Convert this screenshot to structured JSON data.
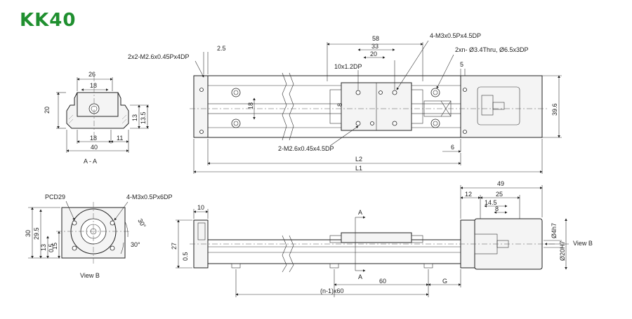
{
  "title": "KK40",
  "section_view": {
    "label": "A - A",
    "dims": {
      "w26": "26",
      "w18_top": "18",
      "h20": "20",
      "h13": "13",
      "h13_5": "13.5",
      "w18_bottom": "18",
      "w11": "11",
      "w40": "40"
    }
  },
  "top_view": {
    "callouts": {
      "tap_left": "2x2-M2.6x0.45Px4DP",
      "tap_right": "4-M3x0.5Px4.5DP",
      "thru": "2xn- Ø3.4Thru, Ø6.5x3DP",
      "tap_bottom": "2-M2.6x0.45x4.5DP",
      "pitch_holes": "10x1.2DP"
    },
    "dims": {
      "d2_5": "2.5",
      "d58": "58",
      "d33": "33",
      "d20": "20",
      "d5": "5",
      "d18": "18",
      "d8": "8",
      "d39_6": "39.6",
      "d6": "6",
      "L2": "L2",
      "L1": "L1"
    }
  },
  "view_b": {
    "label": "View B",
    "pcd": "PCD29",
    "tap": "4-M3x0.5Px6DP",
    "dims": {
      "d30": "30",
      "d29_5": "29.5",
      "d13": "13",
      "d0_5": "0.5",
      "d15": "15",
      "a30a": "30°",
      "a30b": "30°"
    }
  },
  "side_view": {
    "dims": {
      "d10": "10",
      "d27": "27",
      "d0_5": "0.5",
      "d49": "49",
      "d12": "12",
      "d25": "25",
      "d14_5": "14.5",
      "d8": "8",
      "phi4": "Ø4h7",
      "phi20": "Ø20H7",
      "d60": "60",
      "G": "G",
      "n60": "(n-1)x60"
    },
    "section_a": "A",
    "view_b_arrow": "View B"
  }
}
